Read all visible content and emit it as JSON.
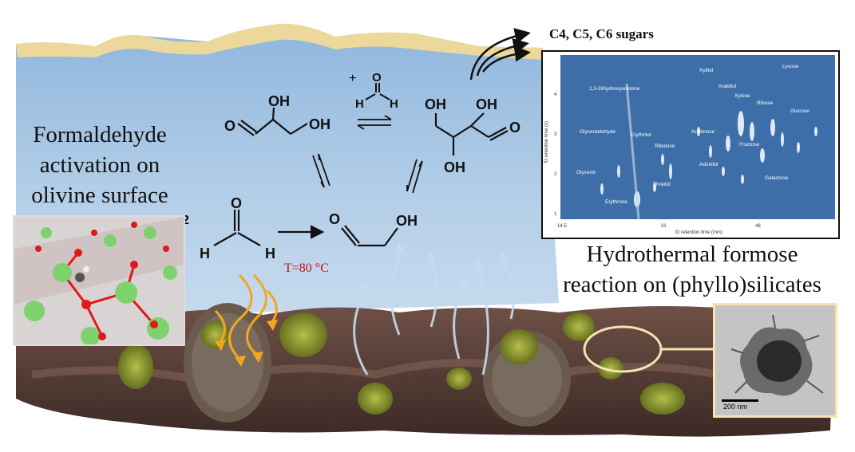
{
  "left_caption": [
    "Formaldehyde",
    "activation on",
    "olivine surface"
  ],
  "right_caption": [
    "Hydrothermal formose",
    "reaction on (phyllo)silicates"
  ],
  "sugars_label": "C4, C5, C6 sugars",
  "temperature_label": "T=80 °C",
  "stoichiometry": "2",
  "plus_sign": "+",
  "molecules": {
    "formaldehyde_top": {
      "O": "O",
      "H1": "H",
      "H2": "H"
    },
    "glyceraldehyde": {
      "O": "O",
      "OH1": "OH",
      "OH2": "OH"
    },
    "ketopentose": {
      "OH1": "OH",
      "OH2": "OH",
      "OH3": "OH",
      "O": "O"
    },
    "formaldehyde_bottom": {
      "O": "O",
      "H1": "H",
      "H2": "H"
    },
    "glycolaldehyde": {
      "O": "O",
      "OH": "OH"
    }
  },
  "chromatogram": {
    "y_axis_label": "²D retention time (s)",
    "x_axis_label": "¹D retention time (min)",
    "y_ticks": [
      "4",
      "3",
      "2",
      "1"
    ],
    "x_ticks": [
      "14.5",
      "31",
      "48"
    ],
    "compound_labels": [
      "Xylitol",
      "Lyxose",
      "1,3-Dihydroxyacetone",
      "Arabitol",
      "Xylose",
      "Ribose",
      "Glucose",
      "Glyceraldehyde",
      "Erythritol",
      "Arabinose",
      "Ribulose",
      "Fructose",
      "Glycerol",
      "Threitol",
      "Adonitol",
      "Galactose",
      "Erythrose"
    ]
  },
  "tem_scale_bar": "200 nm",
  "colors": {
    "sky_blue": "#a9c8e6",
    "sand": "#ecd89a",
    "chromatogram_bg": "#3d6ea8",
    "temperature_red": "#d01010",
    "arrow_orange": "#f2a81d",
    "arrow_lightblue": "#c5dbef",
    "rock": "#5c463d",
    "moss": "#8d9a2c",
    "oxygen_red": "#e01818",
    "silicon_green": "#7ed26e"
  }
}
